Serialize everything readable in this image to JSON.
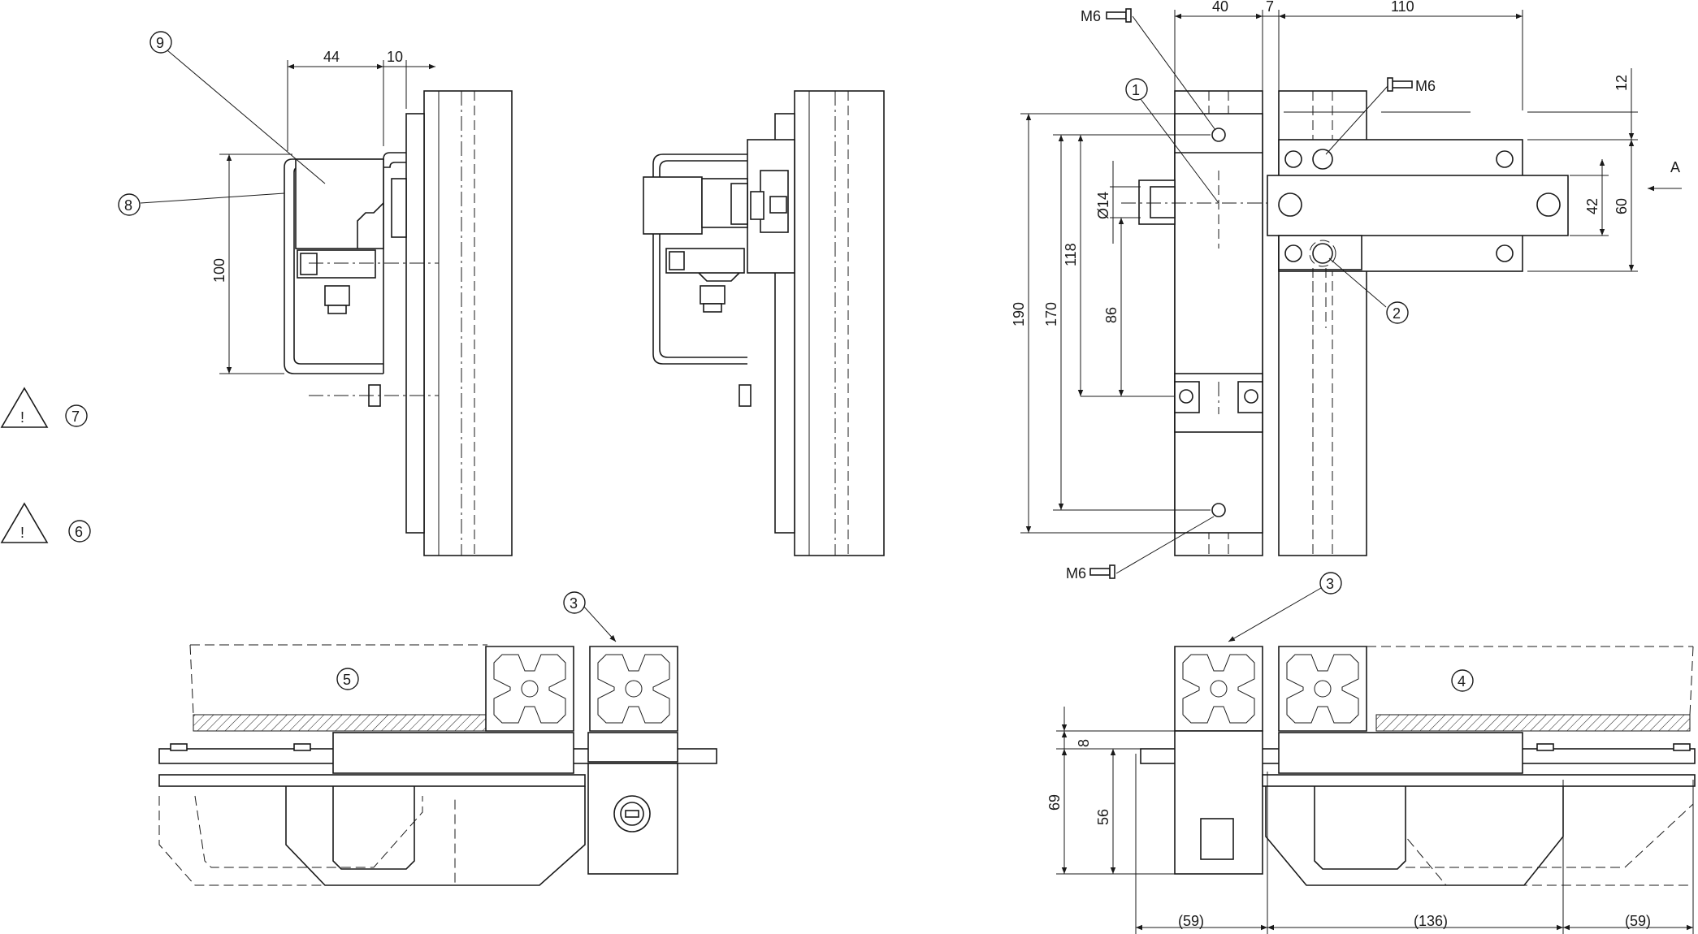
{
  "dimensions": {
    "d44": "44",
    "d10": "10",
    "d100": "100",
    "d40": "40",
    "d7": "7",
    "d110": "110",
    "d12": "12",
    "d42": "42",
    "d60": "60",
    "d190": "190",
    "d170": "170",
    "d118": "118",
    "d86": "86",
    "d14": "Ø14",
    "d8": "8",
    "d69": "69",
    "d56": "56",
    "d59a": "(59)",
    "d136": "(136)",
    "d59b": "(59)"
  },
  "labels": {
    "m6_top": "M6",
    "m6_right": "M6",
    "m6_bottom": "M6",
    "view_a": "A"
  },
  "callouts": {
    "c1": "1",
    "c2": "2",
    "c3a": "3",
    "c3b": "3",
    "c4": "4",
    "c5": "5",
    "c6": "6",
    "c7": "7",
    "c8": "8",
    "c9": "9"
  },
  "warnings": {
    "symbol": "!"
  }
}
